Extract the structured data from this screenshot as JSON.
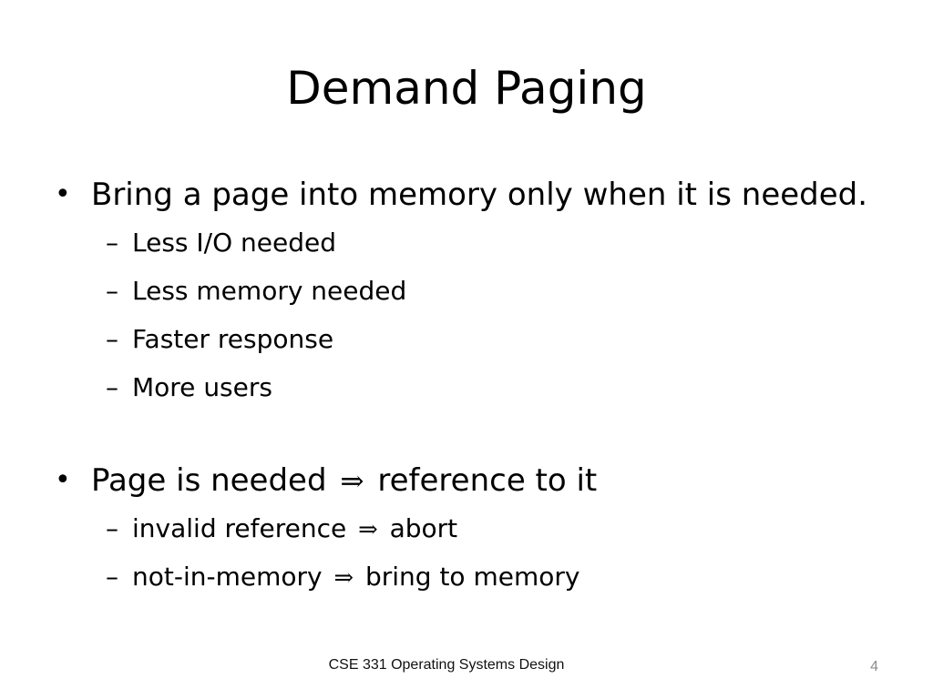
{
  "slide": {
    "title": "Demand Paging",
    "bullets": [
      {
        "marker": "•",
        "text": "Bring a page into memory only when it is needed.",
        "subitems": [
          {
            "marker": "–",
            "text": "Less I/O needed"
          },
          {
            "marker": "–",
            "text": "Less memory needed"
          },
          {
            "marker": "–",
            "text": "Faster response"
          },
          {
            "marker": "–",
            "text": "More users"
          }
        ]
      },
      {
        "marker": "•",
        "text_before": "Page is needed",
        "arrow": "⇒",
        "text_after": "reference to it",
        "subitems": [
          {
            "marker": "–",
            "text_before": "invalid reference",
            "arrow": "⇒",
            "text_after": "abort"
          },
          {
            "marker": "–",
            "text_before": "not-in-memory",
            "arrow": "⇒",
            "text_after": "bring to memory"
          }
        ]
      }
    ],
    "footer": "CSE 331 Operating Systems Design",
    "page_number": "4"
  }
}
